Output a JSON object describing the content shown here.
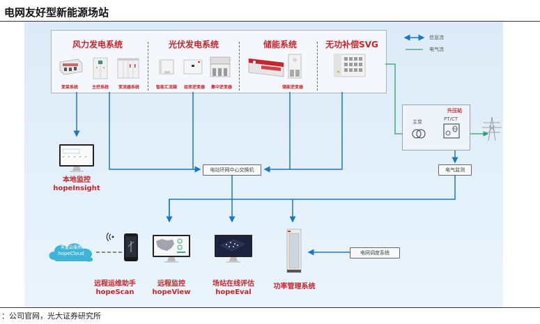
{
  "header": {
    "title": "电网友好型新能源场站"
  },
  "footer": {
    "source": "：公司官网，光大证券研究所"
  },
  "legend": {
    "info_flow": "信息流",
    "power_flow": "电气流"
  },
  "colors": {
    "info_flow": "#1a78c2",
    "power_flow": "#2e9e6a",
    "accent_red": "#c8242b"
  },
  "systems": [
    {
      "title": "风力发电系统",
      "devices": [
        "变桨系统",
        "主控系统",
        "变流器系统"
      ]
    },
    {
      "title": "光伏发电系统",
      "devices": [
        "智能汇流箱",
        "组串逆变器",
        "集中逆变器"
      ]
    },
    {
      "title": "储能系统",
      "devices": [
        "储能逆变器"
      ]
    },
    {
      "title": "无功补偿SVG",
      "devices": []
    }
  ],
  "switch": {
    "label": "电站环网中心交换机"
  },
  "booster_station": {
    "title": "升压站",
    "main_transformer": "主变",
    "ptct": "PT/CT"
  },
  "electrical_monitoring": {
    "label": "电气监测"
  },
  "grid_dispatch": {
    "label": "电网调度系统"
  },
  "cloud": {
    "line1": "禾望云服务",
    "line2": "hopeCloud"
  },
  "apps": [
    {
      "name_cn": "本地监控",
      "name_en": "hopeInsight"
    },
    {
      "name_cn": "远程运维助手",
      "name_en": "hopeScan"
    },
    {
      "name_cn": "远程监控",
      "name_en": "hopeView"
    },
    {
      "name_cn": "场站在线评估",
      "name_en": "hopeEval"
    },
    {
      "name_cn": "功率管理系统",
      "name_en": ""
    }
  ]
}
